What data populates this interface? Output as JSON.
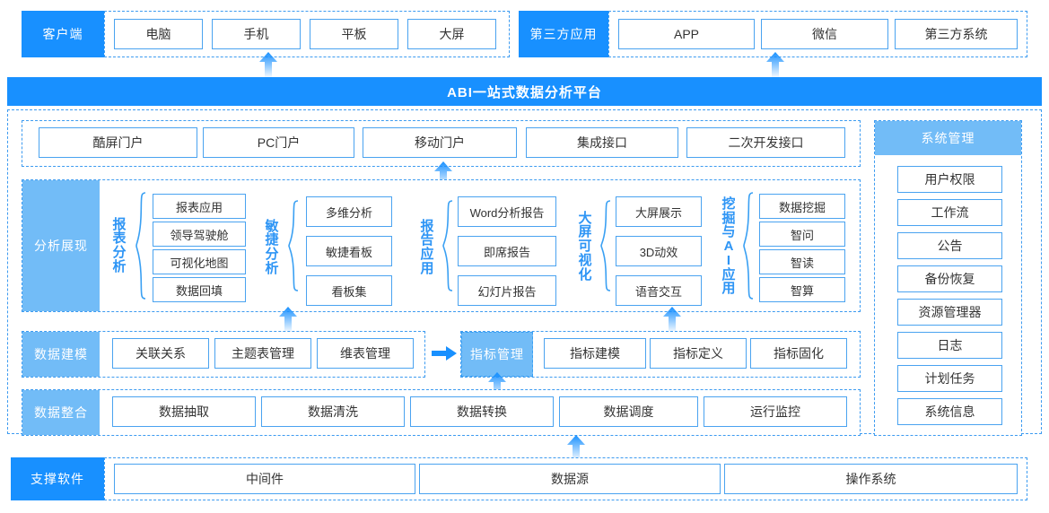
{
  "diagram": {
    "title": "ABI一站式数据分析平台",
    "colors": {
      "brand_blue": "#1890ff",
      "light_blue": "#72bcf7",
      "border_blue": "#4aa3f0",
      "dashed_blue": "#3d9bf0",
      "label_text_blue": "#2e95f5"
    }
  },
  "client_row": {
    "tag": "客户端",
    "items": [
      "电脑",
      "手机",
      "平板",
      "大屏"
    ]
  },
  "third_party_row": {
    "tag": "第三方应用",
    "items": [
      "APP",
      "微信",
      "第三方系统"
    ]
  },
  "platform": {
    "banner": "ABI一站式数据分析平台"
  },
  "portal_row": {
    "items": [
      "酷屏门户",
      "PC门户",
      "移动门户",
      "集成接口",
      "二次开发接口"
    ]
  },
  "analysis_row": {
    "tag": "分析展现",
    "groups": [
      {
        "label": "报表分析",
        "items": [
          "报表应用",
          "领导驾驶舱",
          "可视化地图",
          "数据回填"
        ]
      },
      {
        "label": "敏捷分析",
        "items": [
          "多维分析",
          "敏捷看板",
          "看板集"
        ]
      },
      {
        "label": "报告应用",
        "items": [
          "Word分析报告",
          "即席报告",
          "幻灯片报告"
        ]
      },
      {
        "label": "大屏可视化",
        "items": [
          "大屏展示",
          "3D动效",
          "语音交互"
        ]
      },
      {
        "label": "挖掘与AI应用",
        "items": [
          "数据挖掘",
          "智问",
          "智读",
          "智算"
        ]
      }
    ]
  },
  "modeling_row": {
    "tag": "数据建模",
    "items": [
      "关联关系",
      "主题表管理",
      "维表管理"
    ],
    "metric_tag": "指标管理",
    "metric_items": [
      "指标建模",
      "指标定义",
      "指标固化"
    ]
  },
  "integration_row": {
    "tag": "数据整合",
    "items": [
      "数据抽取",
      "数据清洗",
      "数据转换",
      "数据调度",
      "运行监控"
    ]
  },
  "system_mgmt": {
    "tag": "系统管理",
    "items": [
      "用户权限",
      "工作流",
      "公告",
      "备份恢复",
      "资源管理器",
      "日志",
      "计划任务",
      "系统信息"
    ]
  },
  "support_row": {
    "tag": "支撑软件",
    "items": [
      "中间件",
      "数据源",
      "操作系统"
    ]
  },
  "arrows": {
    "up_client": "arrow-up-icon",
    "up_third_party": "arrow-up-icon",
    "up_portal": "arrow-up-icon",
    "up_analysis_left": "arrow-up-icon",
    "up_analysis_right": "arrow-up-icon",
    "up_modeling": "arrow-up-icon",
    "up_metric": "arrow-up-icon",
    "up_support": "arrow-up-icon",
    "right_to_metric": "arrow-right-icon"
  }
}
